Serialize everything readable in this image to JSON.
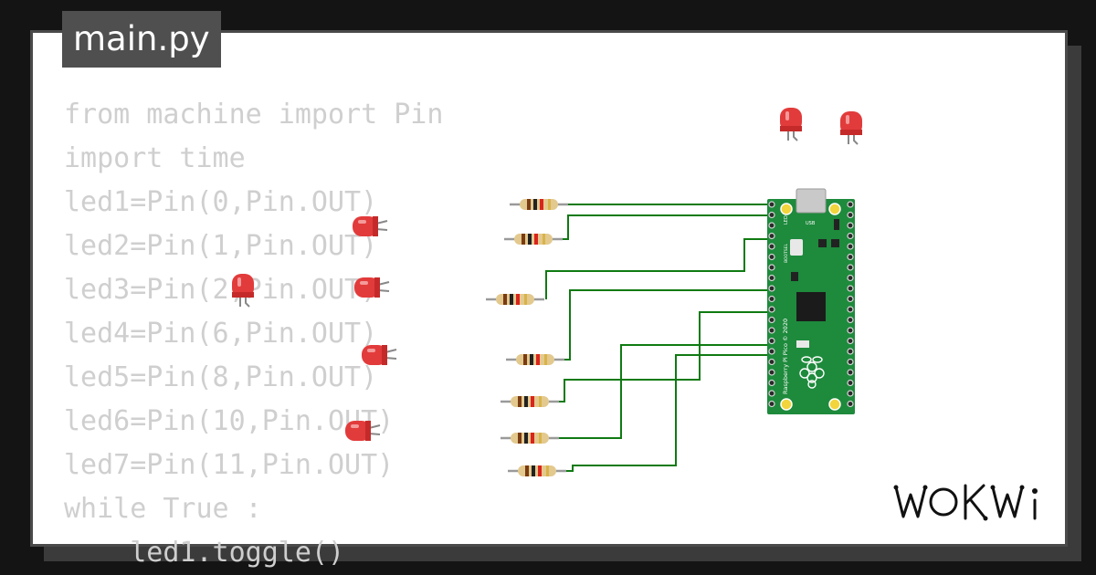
{
  "file": {
    "name": "main.py"
  },
  "code": {
    "lines": [
      "from machine import Pin",
      "import time",
      "led1=Pin(0,Pin.OUT)",
      "led2=Pin(1,Pin.OUT)",
      "led3=Pin(2,Pin.OUT)",
      "led4=Pin(6,Pin.OUT)",
      "led5=Pin(8,Pin.OUT)",
      "led6=Pin(10,Pin.OUT)",
      "led7=Pin(11,Pin.OUT)",
      "while True :",
      "    led1.toggle()"
    ]
  },
  "board": {
    "name": "Raspberry Pi Pico",
    "silkscreen": "Raspberry Pi Pico © 2020",
    "led_label": "LED",
    "usb_label": "USB",
    "bootsel_label": "BOOTSEL"
  },
  "brand": {
    "logo_text": "WOKWi"
  },
  "colors": {
    "background": "#141414",
    "card": "#ffffff",
    "pcb": "#1e8a3c",
    "wire": "#0f7a12",
    "led": "#e23b3b",
    "code_text": "#cfcfcf"
  },
  "icons": {
    "led": "red-led-icon",
    "resistor": "resistor-icon",
    "raspberry": "raspberry-logo-icon"
  }
}
